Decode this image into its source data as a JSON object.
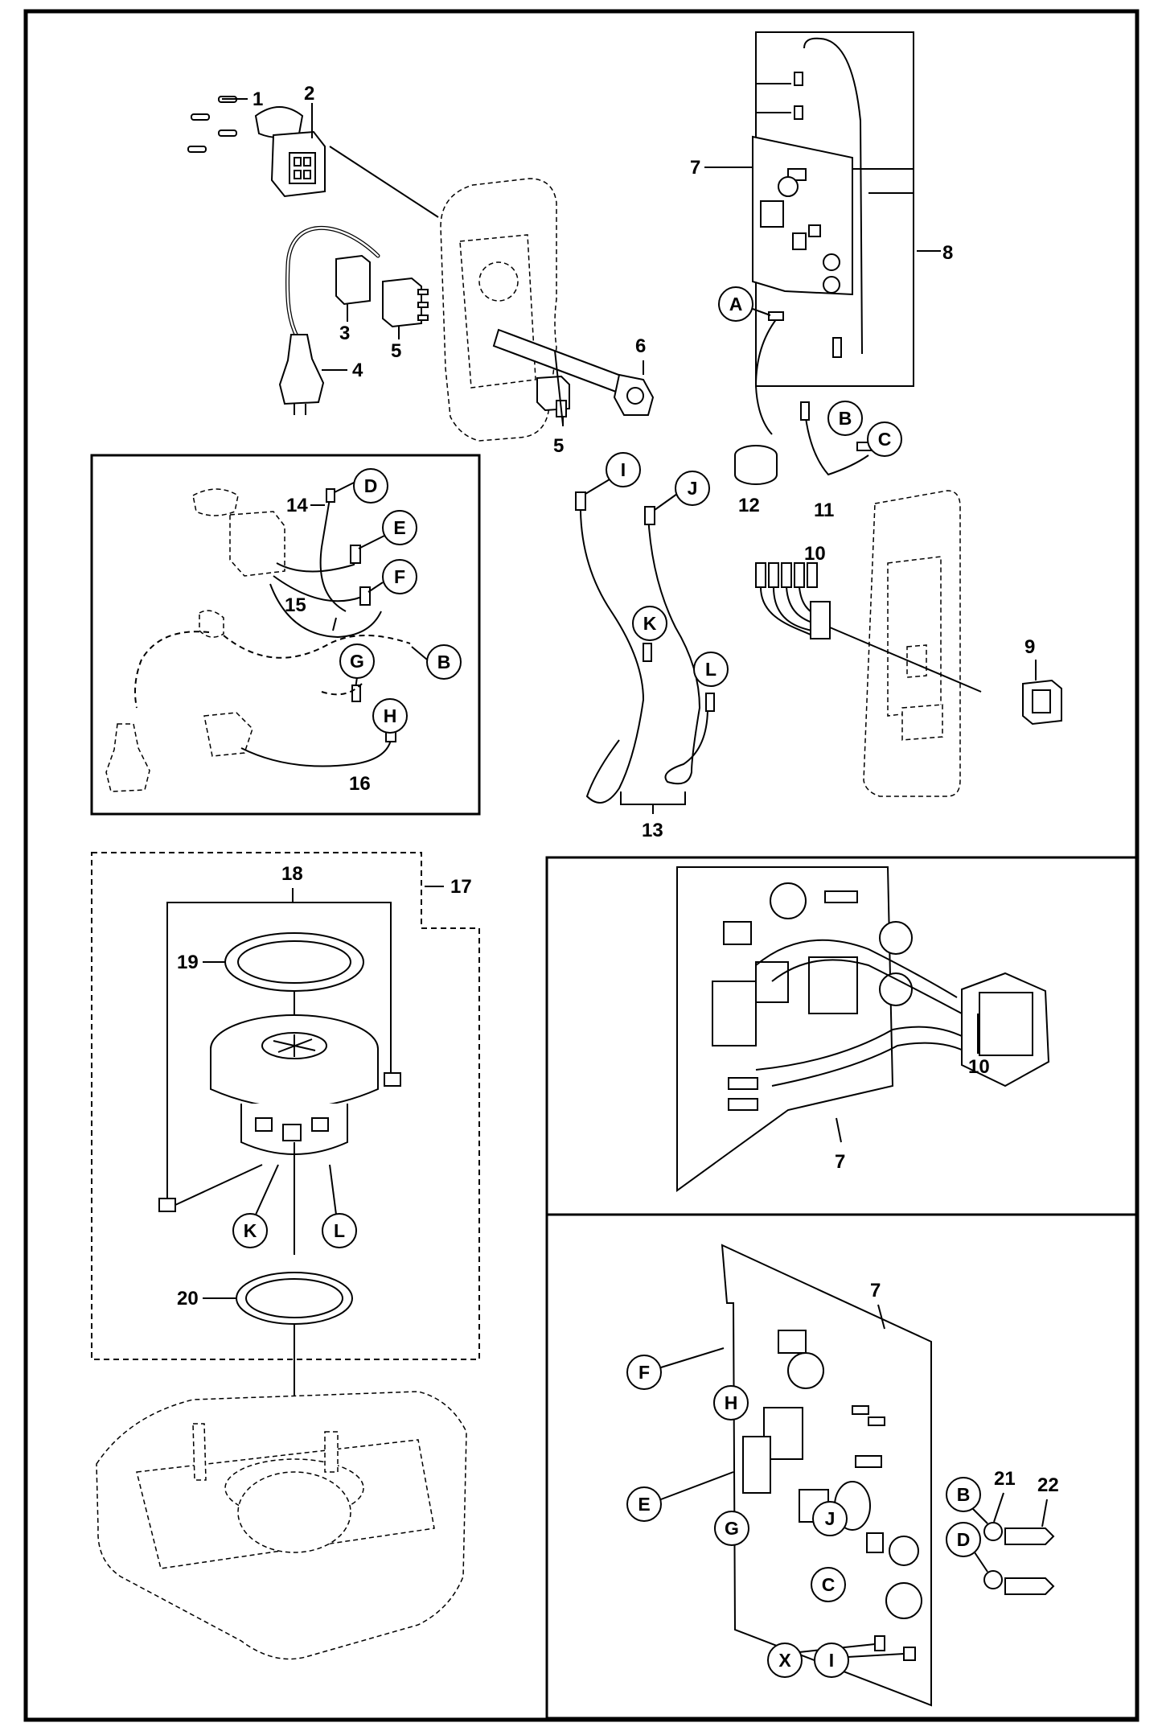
{
  "labels": {
    "n1": "1",
    "n2": "2",
    "n3": "3",
    "n4": "4",
    "n5a": "5",
    "n5b": "5",
    "n6": "6",
    "n7a": "7",
    "n7b": "7",
    "n7c": "7",
    "n8": "8",
    "n9": "9",
    "n10a": "10",
    "n10b": "10",
    "n11": "11",
    "n12": "12",
    "n13": "13",
    "n14": "14",
    "n15": "15",
    "n16": "16",
    "n17": "17",
    "n18": "18",
    "n19": "19",
    "n20": "20",
    "n21": "21",
    "n22": "22"
  },
  "connectors": {
    "A": "A",
    "B1": "B",
    "C1": "C",
    "I1": "I",
    "J1": "J",
    "K1": "K",
    "L1": "L",
    "D1": "D",
    "E1": "E",
    "F1": "F",
    "G1": "G",
    "B2": "B",
    "H1": "H",
    "K2": "K",
    "L2": "L",
    "F2": "F",
    "H2": "H",
    "E2": "E",
    "G2": "G",
    "J2": "J",
    "C2": "C",
    "X": "X",
    "I2": "I",
    "B3": "B",
    "D3": "D"
  }
}
